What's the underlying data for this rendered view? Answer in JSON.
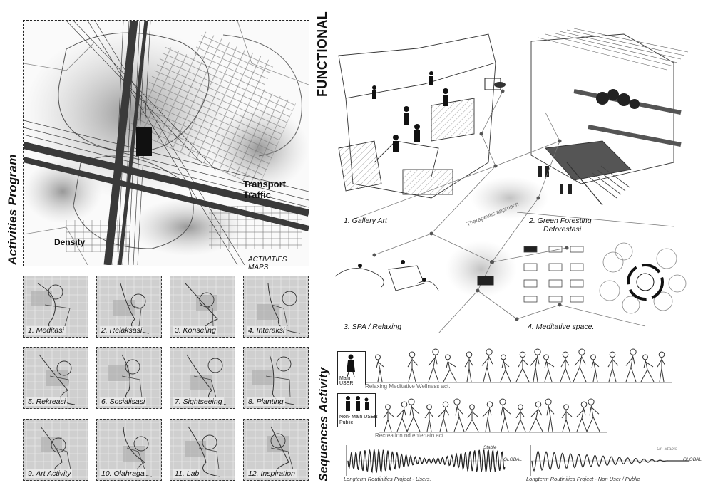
{
  "left_title": "Activities Program",
  "map": {
    "labels": {
      "transport": "Transport Traffic",
      "density": "Density",
      "caption": "ACTIVITIES MAPS"
    }
  },
  "activities": [
    {
      "label": "1. Meditasi"
    },
    {
      "label": "2. Relaksasi"
    },
    {
      "label": "3. Konseling"
    },
    {
      "label": "4. Interaksi"
    },
    {
      "label": "5. Rekreasi"
    },
    {
      "label": "6. Sosialisasi"
    },
    {
      "label": "7. Sightseeing"
    },
    {
      "label": "8. Planting"
    },
    {
      "label": "9. Art Activity"
    },
    {
      "label": "10. Olahraga"
    },
    {
      "label": "11. Lab"
    },
    {
      "label": "12. Inspiration"
    }
  ],
  "functional": {
    "title": "FUNCTIONAL",
    "cells": [
      {
        "label": "1. Gallery Art"
      },
      {
        "label_line1": "2. Green Foresting",
        "label_line2": "Deforestasi"
      },
      {
        "label": "3. SPA / Relaxing"
      },
      {
        "label": "4. Meditative space."
      }
    ],
    "network_note": "Therapeutic approach"
  },
  "sequences": {
    "title": "Sequences Activity",
    "main_user": {
      "box_label": "Main USER",
      "caption": "Relaxing Meditative Wellness act."
    },
    "non_user": {
      "box_label_line1": "Non- Main USER",
      "box_label_line2": "Public",
      "caption": "Recreation nd entertain act."
    },
    "waves": [
      {
        "state": "Stable",
        "end": "GLOBAL",
        "caption": "Longterm Routinities Project - Users."
      },
      {
        "state": "Un-Stable",
        "end": "GLOBAL",
        "caption": "Longterm Routinities Project - Non User / Public"
      }
    ]
  },
  "colors": {
    "ink": "#111111",
    "road": "#3a3a3a",
    "haze": "#8f8f8f"
  }
}
